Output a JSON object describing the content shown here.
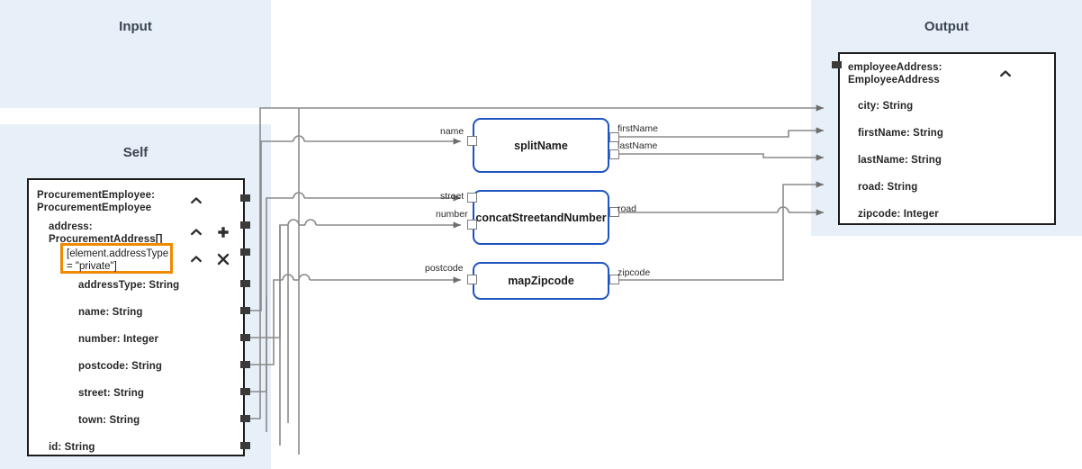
{
  "panels": {
    "input": {
      "title": "Input"
    },
    "self": {
      "title": "Self"
    },
    "output": {
      "title": "Output"
    }
  },
  "self_structure": {
    "root": {
      "label": "ProcurementEmployee:\nProcurementEmployee",
      "collapse_icon": "chevron-up-icon"
    },
    "address": {
      "label": "address:\nProcurementAddress[]",
      "collapse_icon": "chevron-up-icon",
      "add_icon": "plus-icon"
    },
    "filter": {
      "label": "[element.addressType\n= \"private\"]",
      "collapse_icon": "chevron-up-icon",
      "remove_icon": "close-icon",
      "highlight_color": "#ef8a00"
    },
    "fields": [
      {
        "label": "addressType: String"
      },
      {
        "label": "name: String"
      },
      {
        "label": "number: Integer"
      },
      {
        "label": "postcode: String"
      },
      {
        "label": "street: String"
      },
      {
        "label": "town: String"
      }
    ],
    "id_field": {
      "label": "id: String"
    }
  },
  "output_structure": {
    "root": {
      "label": "employeeAddress:\nEmployeeAddress",
      "collapse_icon": "chevron-up-icon"
    },
    "fields": [
      {
        "label": "city: String"
      },
      {
        "label": "firstName: String"
      },
      {
        "label": "lastName: String"
      },
      {
        "label": "road: String"
      },
      {
        "label": "zipcode: Integer"
      }
    ]
  },
  "function_nodes": [
    {
      "name": "splitName",
      "inputs": [
        "name"
      ],
      "outputs": [
        "firstName",
        "lastName"
      ]
    },
    {
      "name": "concatStreetandNumber",
      "inputs": [
        "street",
        "number"
      ],
      "outputs": [
        "road"
      ]
    },
    {
      "name": "mapZipcode",
      "inputs": [
        "postcode"
      ],
      "outputs": [
        "zipcode"
      ]
    }
  ],
  "port_labels": {
    "name": "name",
    "street": "street",
    "number": "number",
    "postcode": "postcode",
    "firstName": "firstName",
    "lastName": "lastName",
    "road": "road",
    "zipcode": "zipcode"
  },
  "colors": {
    "panel_background": "#e7f0f8",
    "node_border": "#1d54bf",
    "filter_highlight": "#ef8a00",
    "wire": "#808080",
    "box_border": "#1b1b1b"
  }
}
